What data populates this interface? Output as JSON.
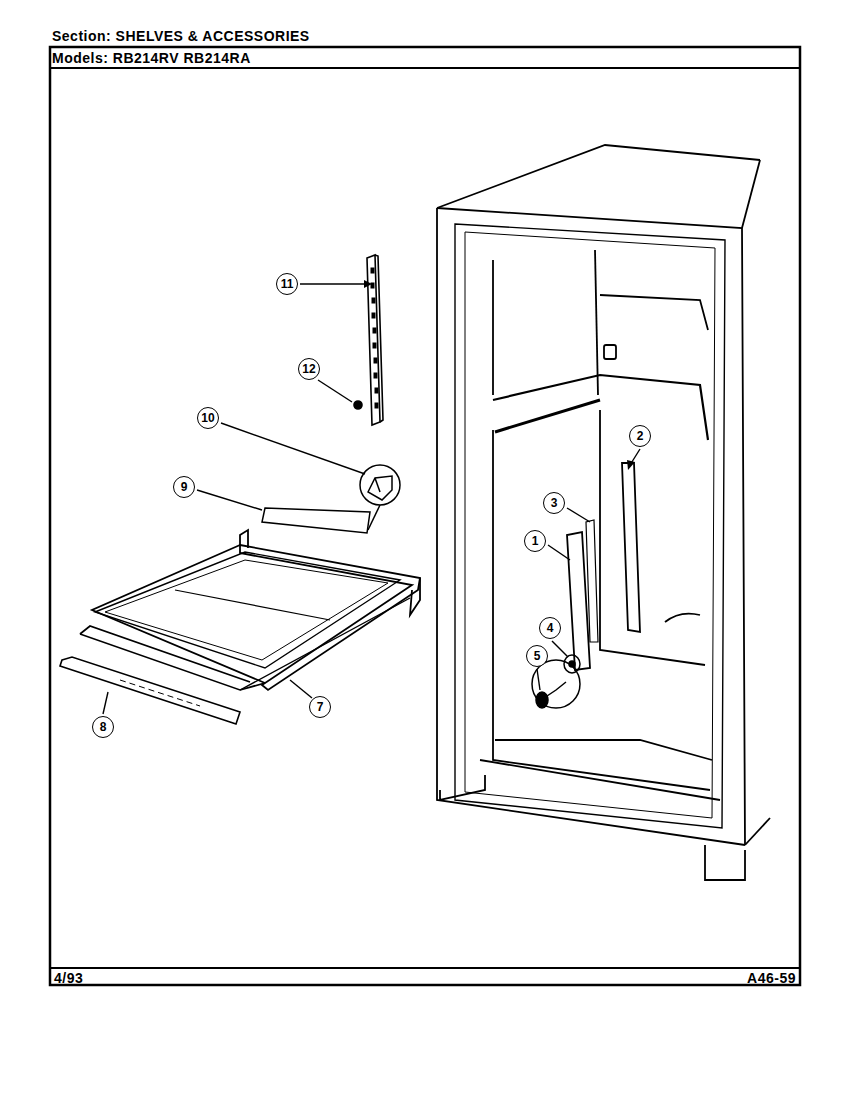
{
  "diagram": {
    "title": "Section: SHELVES & ACCESSORIES",
    "labels": [
      "Models: RB214RV RB214RA",
      "11",
      "12",
      "10",
      "9",
      "3",
      "1",
      "2",
      "4",
      "5",
      "7",
      "8",
      "4/93",
      "A46-59"
    ]
  }
}
